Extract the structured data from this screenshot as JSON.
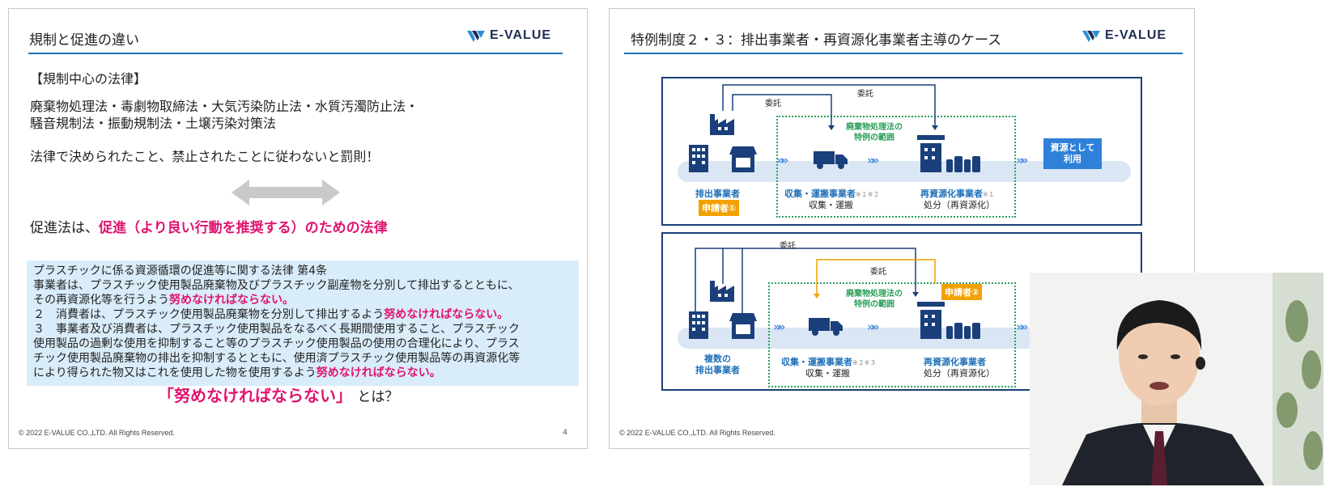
{
  "left_slide": {
    "title": "規制と促進の違い",
    "logo": "E-VALUE",
    "section_heading": "【規制中心の法律】",
    "laws_line1": "廃棄物処理法・毒劇物取締法・大気汚染防止法・水質汚濁防止法・",
    "laws_line2": "騒音規制法・振動規制法・土壌汚染対策法",
    "penalty_text": "法律で決められたこと、禁止されたことに従わないと罰則！",
    "promotion_prefix": "促進法は、",
    "promotion_highlight": "促進（より良い行動を推奨する）のための法律",
    "quote": {
      "line1": "プラスチックに係る資源循環の促進等に関する法律 第4条",
      "line2": "事業者は、プラスチック使用製品廃棄物及びプラスチック副産物を分別して排出するとともに、",
      "line3_plain": "その再資源化等を行うよう",
      "line3_emph": "努めなければならない。",
      "line4_plain": "２　消費者は、プラスチック使用製品廃棄物を分別して排出するよう",
      "line4_emph": "努めなければならない。",
      "line5": "３　事業者及び消費者は、プラスチック使用製品をなるべく長期間使用すること、プラスチック",
      "line6": "使用製品の過剰な使用を抑制すること等のプラスチック使用製品の使用の合理化により、プラス",
      "line7": "チック使用製品廃棄物の排出を抑制するとともに、使用済プラスチック使用製品等の再資源化等",
      "line8_plain": "により得られた物又はこれを使用した物を使用するよう",
      "line8_emph": "努めなければならない。"
    },
    "closing_emph": "「努めなければならない」",
    "closing_plain": "とは？",
    "copyright": "© 2022 E-VALUE CO.,LTD. All Rights Reserved.",
    "page_number": "4"
  },
  "right_slide": {
    "title": "特例制度２・３：排出事業者・再資源化事業者主導のケース",
    "logo": "E-VALUE",
    "top": {
      "consign_left": "委託",
      "consign_right": "委託",
      "scope_label_1": "廃棄物処理法の",
      "scope_label_2": "特例の範囲",
      "emitter": "排出事業者",
      "applicant": "申請者①",
      "collector": "収集・運搬事業者",
      "collector_note": "※１※２",
      "collector_sub": "収集・運搬",
      "recycler": "再資源化事業者",
      "recycler_note": "※１",
      "recycler_sub": "処分（再資源化）",
      "resource_1": "資源として",
      "resource_2": "利用"
    },
    "bottom": {
      "consign_top": "委託",
      "consign_inner": "委託",
      "applicant": "申請者②",
      "scope_label_1": "廃棄物処理法の",
      "scope_label_2": "特例の範囲",
      "emitter_1": "複数の",
      "emitter_2": "排出事業者",
      "collector": "収集・運搬事業者",
      "collector_note": "※２※３",
      "collector_sub": "収集・運搬",
      "recycler": "再資源化事業者",
      "recycler_sub": "処分（再資源化）"
    },
    "copyright": "© 2022 E-VALUE CO.,LTD. All Rights Reserved."
  },
  "colors": {
    "accent_blue": "#1d6fb8",
    "navy": "#1a3f7a",
    "emphasis_pink": "#e0146f",
    "scope_green": "#2aa05a",
    "applicant_orange": "#f2a100",
    "quote_bg": "#d9ecf9"
  },
  "icons": [
    "factory-icon",
    "building-icon",
    "shop-icon",
    "truck-icon",
    "recycling-plant-icon",
    "arrow-chevrons-icon",
    "double-arrow-icon",
    "webcam-presenter"
  ]
}
